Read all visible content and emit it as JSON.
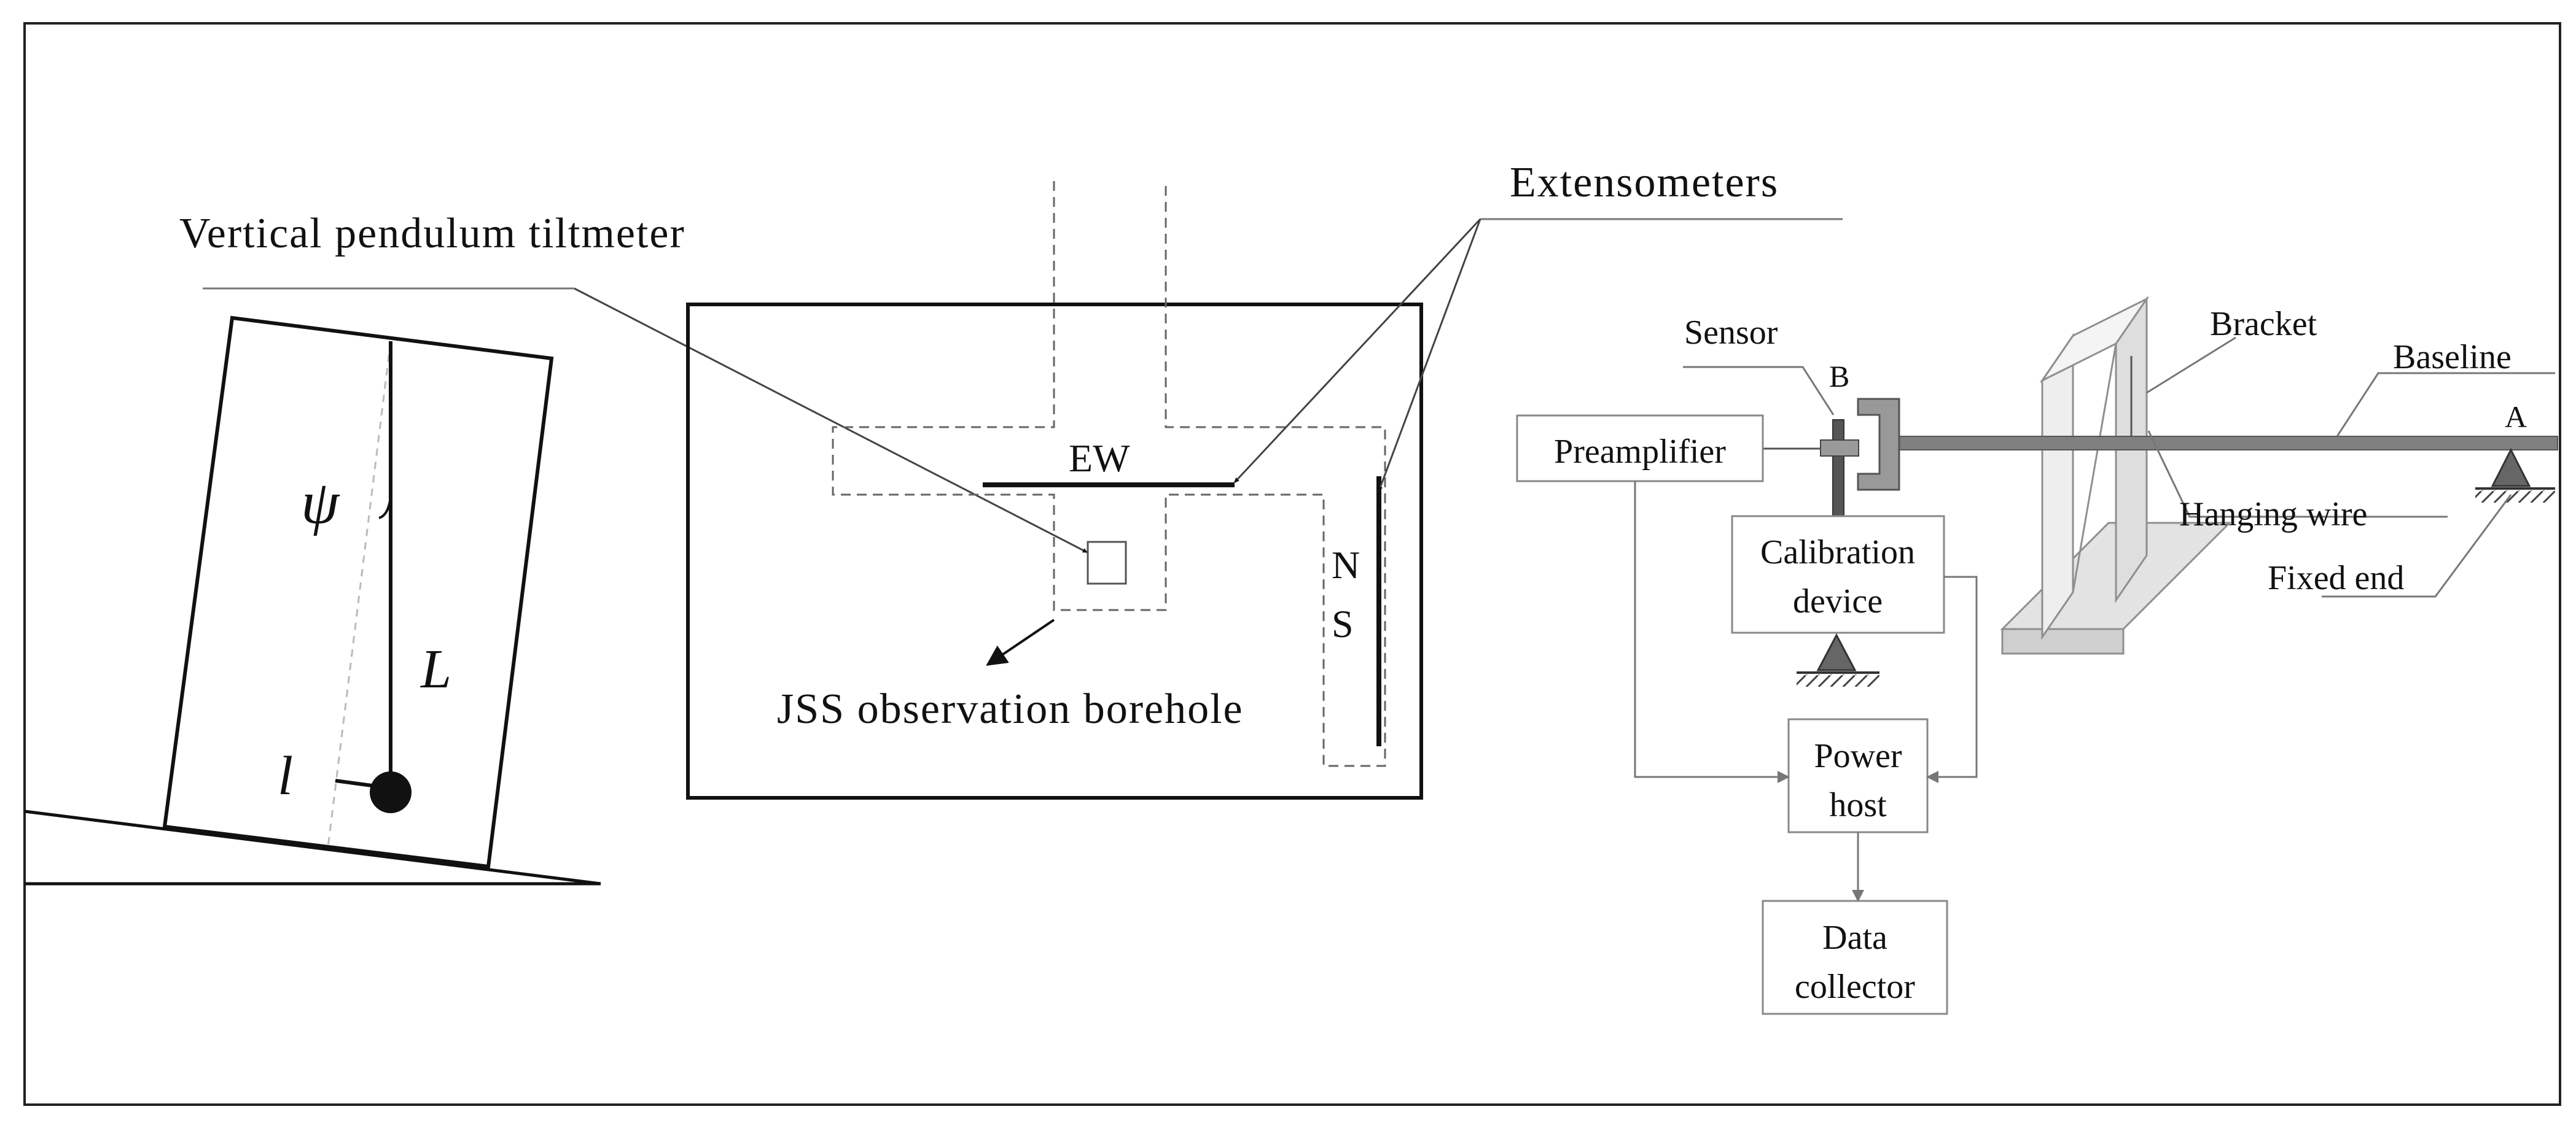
{
  "colors": {
    "ink": "#111111",
    "frame": "#222222",
    "box_stroke": "#888888",
    "leader": "#777777",
    "dash": "#666666",
    "baseline_fill": "#808080",
    "clamp_fill": "#999999",
    "bracket_fill": "#dedede",
    "bracket_stroke": "#8f8f8f",
    "support_fill": "#666666"
  },
  "labels": {
    "vertical_pendulum_tiltmeter": "Vertical pendulum tiltmeter",
    "extensometers": "Extensometers",
    "ew": "EW",
    "ns_n": "N",
    "ns_s": "S",
    "jss_observation_borehole": "JSS observation borehole",
    "psi": "ψ",
    "L": "L",
    "l": "l",
    "sensor": "Sensor",
    "point_b": "B",
    "bracket": "Bracket",
    "baseline": "Baseline",
    "point_a": "A",
    "hanging_wire": "Hanging wire",
    "fixed_end": "Fixed end"
  },
  "boxes": {
    "preamplifier": "Preamplifier",
    "calibration_device": [
      "Calibration",
      "device"
    ],
    "power_host": [
      "Power",
      "host"
    ],
    "data_collector": [
      "Data",
      "collector"
    ]
  }
}
